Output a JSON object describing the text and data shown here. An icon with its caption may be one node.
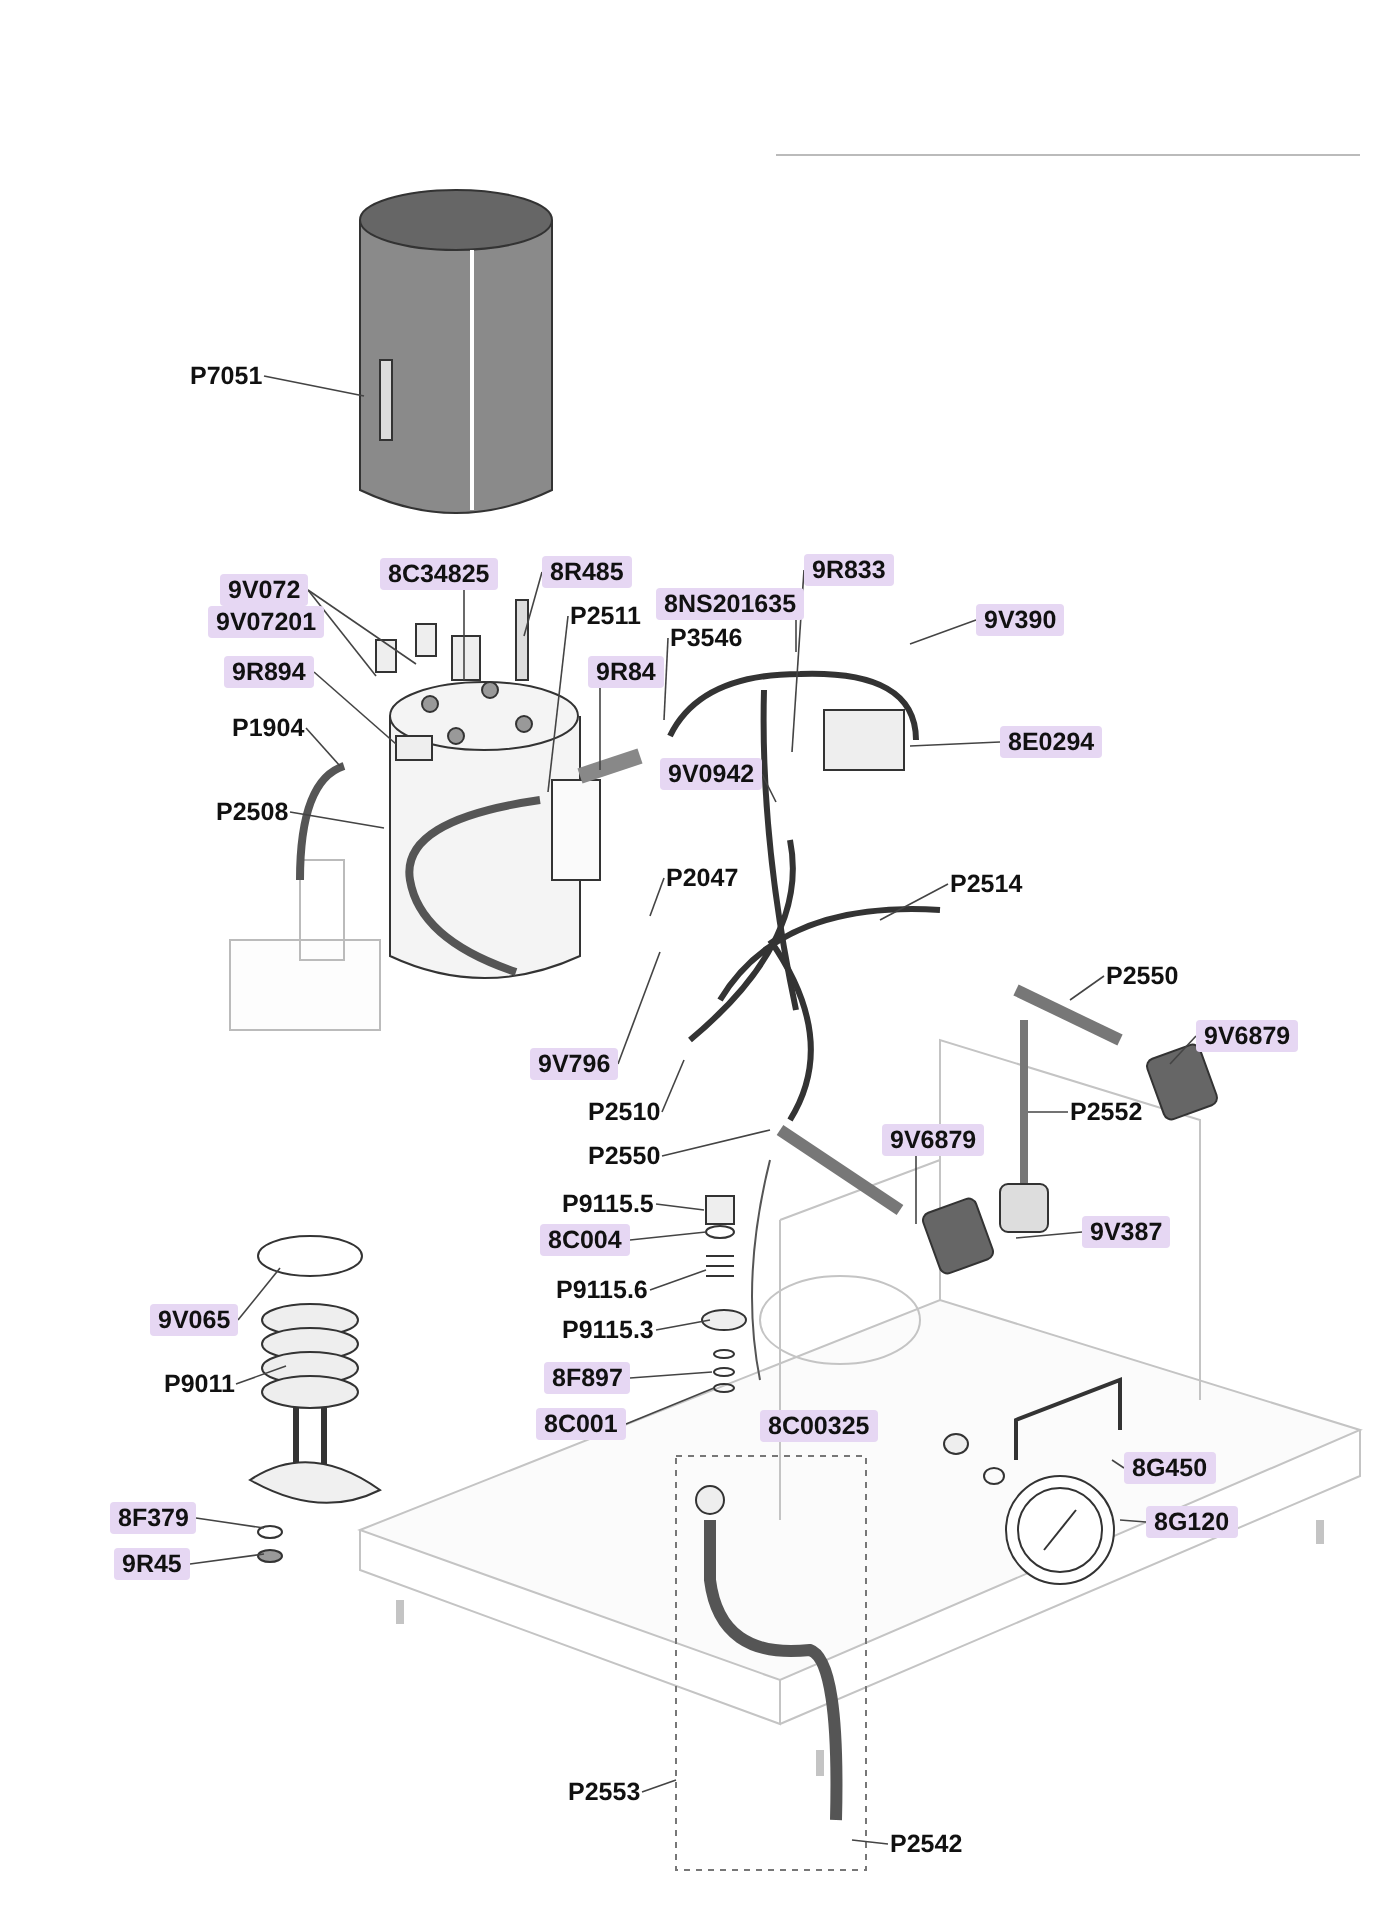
{
  "diagram": {
    "nodes": [
      {
        "text": [
          "P7051"
        ]
      },
      {
        "text": [
          "9V072"
        ]
      },
      {
        "text": [
          "9V07201"
        ]
      },
      {
        "text": [
          "8C34825"
        ]
      },
      {
        "text": [
          "8R485"
        ]
      },
      {
        "text": [
          "P2511"
        ]
      },
      {
        "text": [
          "8NS201635"
        ]
      },
      {
        "text": [
          "9R833"
        ]
      },
      {
        "text": [
          "9V390"
        ]
      },
      {
        "text": [
          "9R84"
        ]
      },
      {
        "text": [
          "P3546"
        ]
      },
      {
        "text": [
          "9R894"
        ]
      },
      {
        "text": [
          "P1904"
        ]
      },
      {
        "text": [
          "P2508"
        ]
      },
      {
        "text": [
          "8E0294"
        ]
      },
      {
        "text": [
          "9V0942"
        ]
      },
      {
        "text": [
          "P2047"
        ]
      },
      {
        "text": [
          "P2514"
        ]
      },
      {
        "text": [
          "P2550"
        ]
      },
      {
        "text": [
          "9V6879"
        ]
      },
      {
        "text": [
          "9V796"
        ]
      },
      {
        "text": [
          "P2510"
        ]
      },
      {
        "text": [
          "P2550"
        ]
      },
      {
        "text": [
          "9V6879"
        ]
      },
      {
        "text": [
          "P2552"
        ]
      },
      {
        "text": [
          "9V387"
        ]
      },
      {
        "text": [
          "P9115.5"
        ]
      },
      {
        "text": [
          "8C004"
        ]
      },
      {
        "text": [
          "9V065"
        ]
      },
      {
        "text": [
          "P9115.6"
        ]
      },
      {
        "text": [
          "P9011"
        ]
      },
      {
        "text": [
          "P9115.3"
        ]
      },
      {
        "text": [
          "8F897"
        ]
      },
      {
        "text": [
          "8C001"
        ]
      },
      {
        "text": [
          "8C00325"
        ]
      },
      {
        "text": [
          "8G450"
        ]
      },
      {
        "text": [
          "8G120"
        ]
      },
      {
        "text": [
          "8F379"
        ]
      },
      {
        "text": [
          "9R45"
        ]
      },
      {
        "text": [
          "P2553"
        ]
      },
      {
        "text": [
          "P2542"
        ]
      }
    ],
    "edges": [
      {
        "from": 0,
        "to": null,
        "arrow": "none"
      },
      {
        "from": 1,
        "to": null,
        "arrow": "none"
      },
      {
        "from": 1,
        "to": null,
        "arrow": "none"
      },
      {
        "from": 3,
        "to": null,
        "arrow": "none"
      },
      {
        "from": 4,
        "to": null,
        "arrow": "none"
      },
      {
        "from": 5,
        "to": null,
        "arrow": "none"
      },
      {
        "from": 6,
        "to": null,
        "arrow": "none"
      },
      {
        "from": 7,
        "to": null,
        "arrow": "none"
      },
      {
        "from": 8,
        "to": null,
        "arrow": "none"
      },
      {
        "from": 9,
        "to": null,
        "arrow": "none"
      },
      {
        "from": 10,
        "to": null,
        "arrow": "none"
      },
      {
        "from": 11,
        "to": null,
        "arrow": "none"
      },
      {
        "from": 12,
        "to": null,
        "arrow": "none"
      },
      {
        "from": 13,
        "to": null,
        "arrow": "none"
      },
      {
        "from": 14,
        "to": null,
        "arrow": "none"
      },
      {
        "from": 15,
        "to": null,
        "arrow": "none"
      },
      {
        "from": 16,
        "to": null,
        "arrow": "none"
      },
      {
        "from": 17,
        "to": null,
        "arrow": "none"
      },
      {
        "from": 18,
        "to": null,
        "arrow": "none"
      },
      {
        "from": 19,
        "to": null,
        "arrow": "none"
      },
      {
        "from": 20,
        "to": null,
        "arrow": "none"
      },
      {
        "from": 21,
        "to": null,
        "arrow": "none"
      },
      {
        "from": 22,
        "to": null,
        "arrow": "none"
      },
      {
        "from": 23,
        "to": null,
        "arrow": "none"
      },
      {
        "from": 24,
        "to": null,
        "arrow": "none"
      },
      {
        "from": 25,
        "to": null,
        "arrow": "none"
      },
      {
        "from": 26,
        "to": null,
        "arrow": "none"
      },
      {
        "from": 27,
        "to": null,
        "arrow": "none"
      },
      {
        "from": 28,
        "to": null,
        "arrow": "none"
      },
      {
        "from": 29,
        "to": null,
        "arrow": "none"
      },
      {
        "from": 30,
        "to": null,
        "arrow": "none"
      },
      {
        "from": 31,
        "to": null,
        "arrow": "none"
      },
      {
        "from": 32,
        "to": null,
        "arrow": "none"
      },
      {
        "from": 33,
        "to": null,
        "arrow": "none"
      },
      {
        "from": 35,
        "to": null,
        "arrow": "none"
      },
      {
        "from": 36,
        "to": null,
        "arrow": "none"
      },
      {
        "from": 37,
        "to": null,
        "arrow": "none"
      },
      {
        "from": 38,
        "to": null,
        "arrow": "none"
      },
      {
        "from": 39,
        "to": null,
        "arrow": "none"
      },
      {
        "from": 40,
        "to": null,
        "arrow": "none"
      }
    ]
  }
}
